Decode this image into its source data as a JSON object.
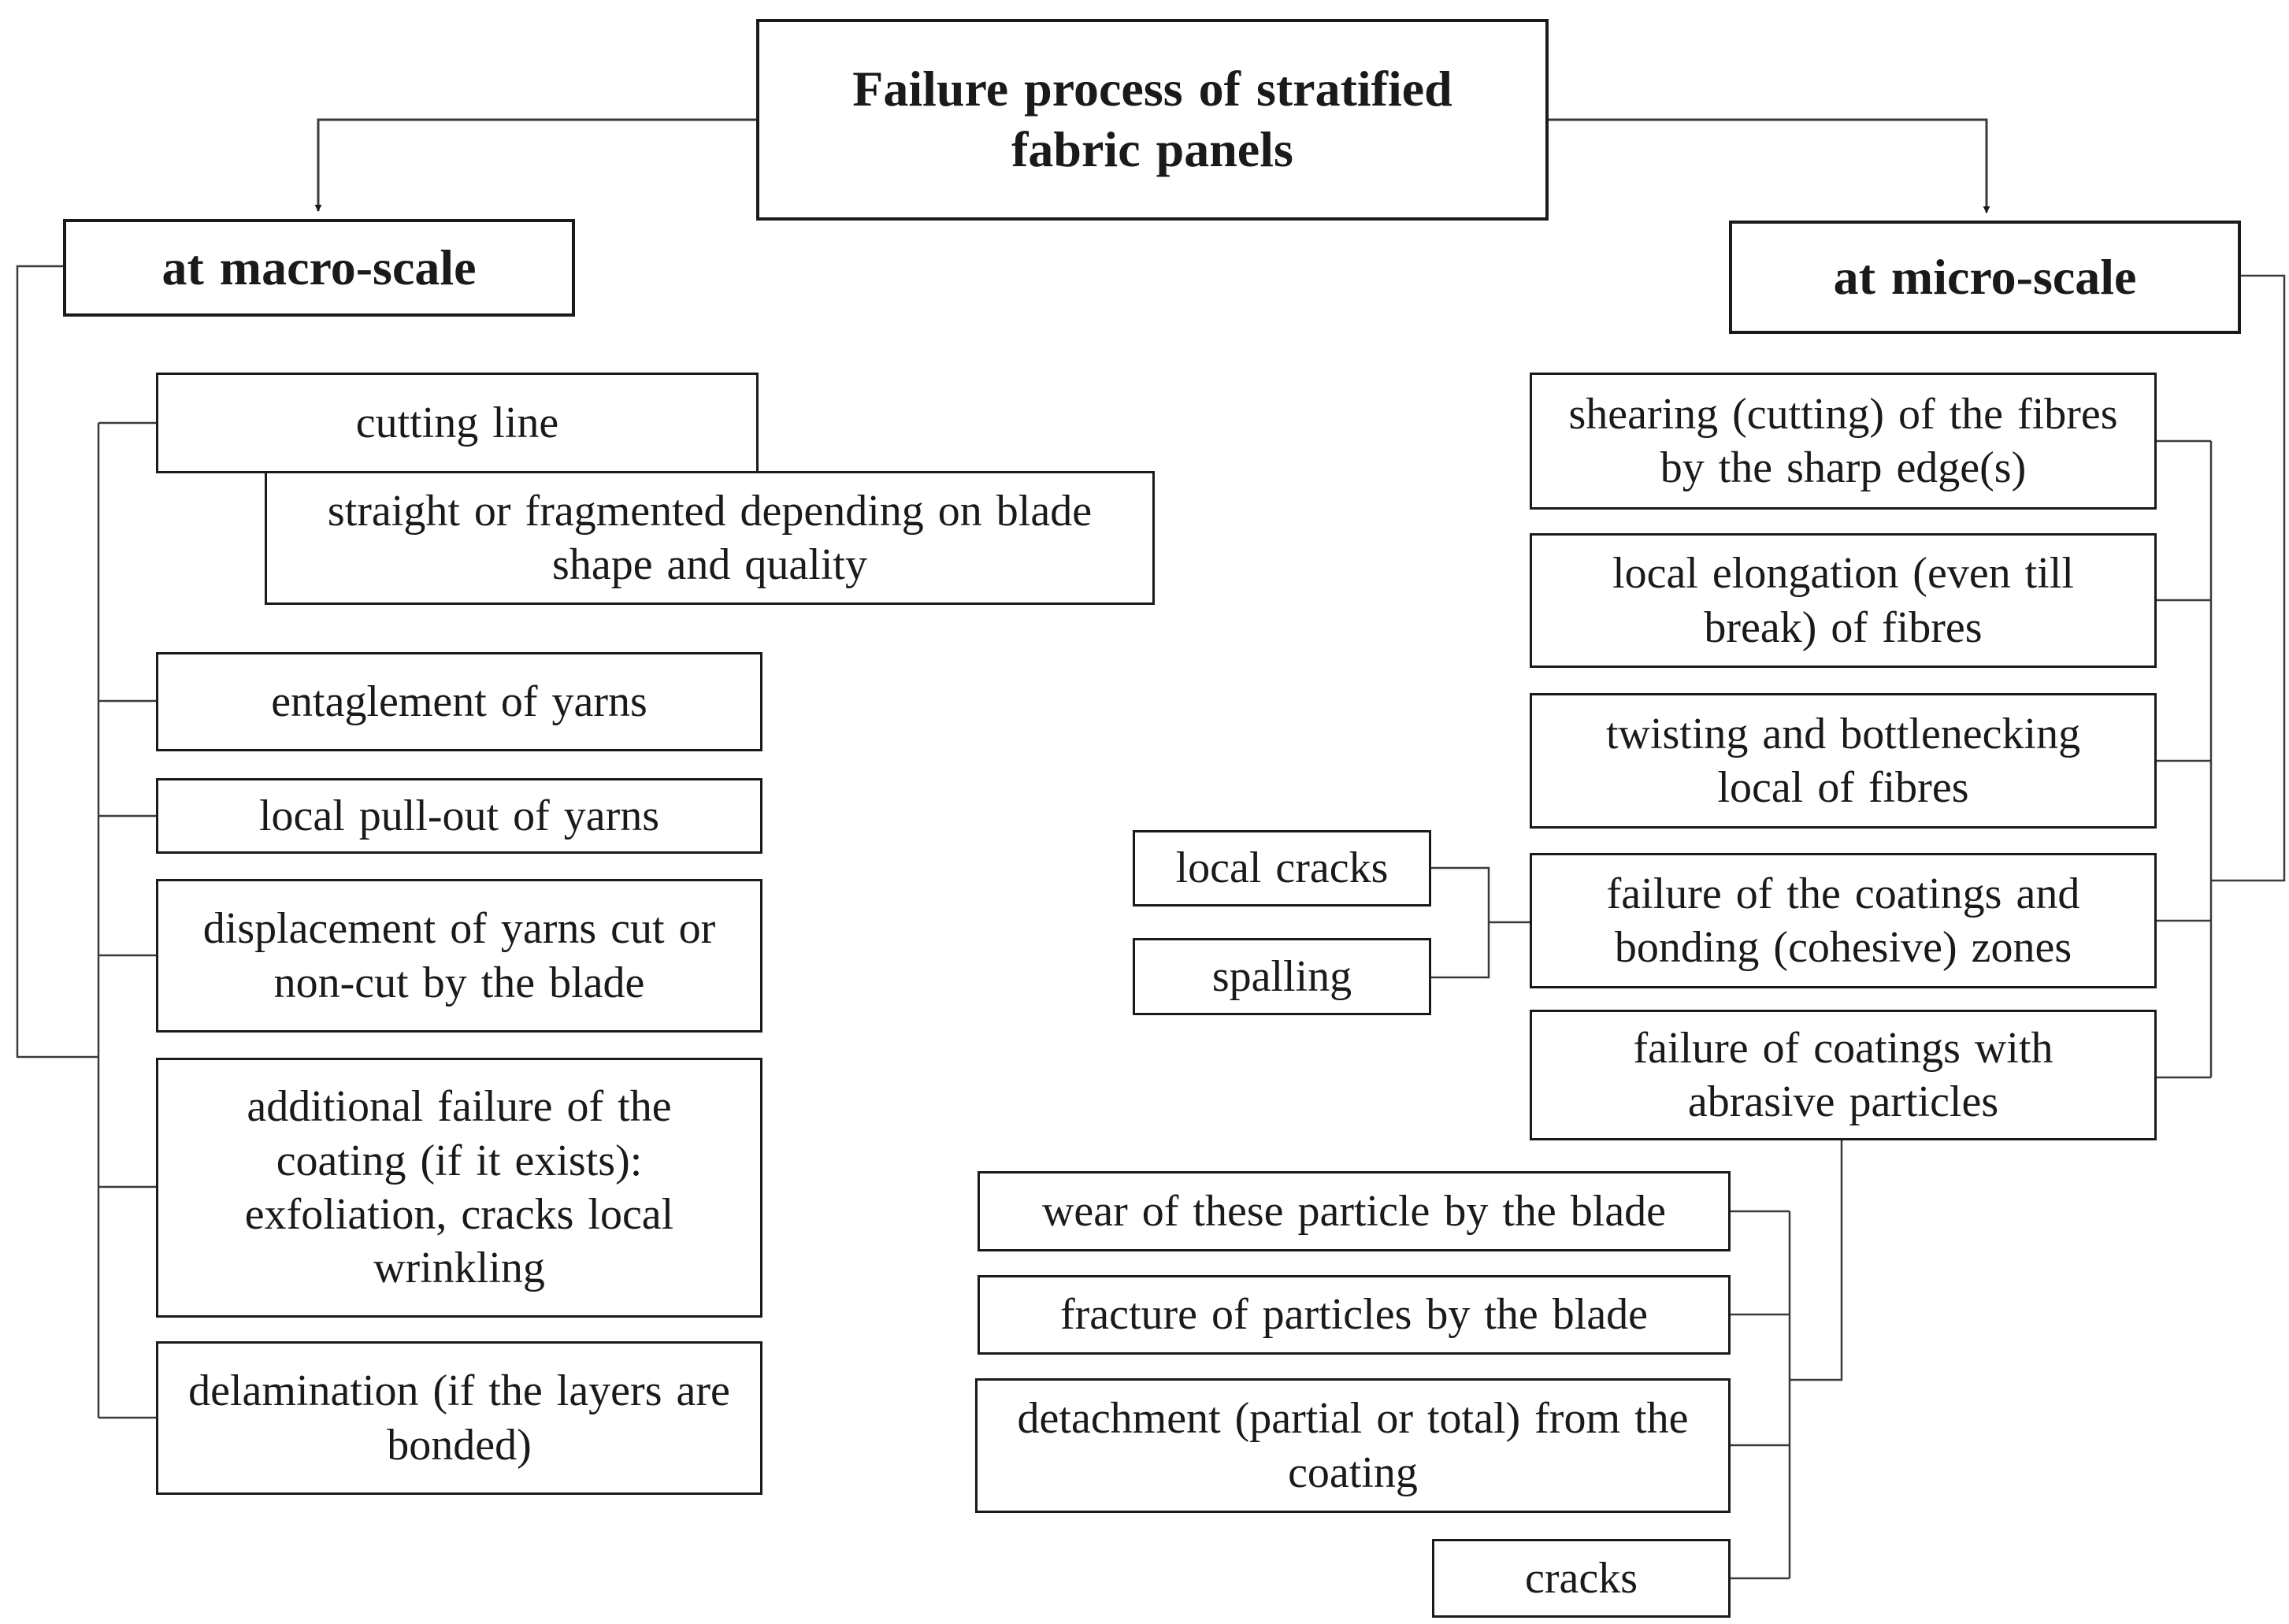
{
  "title": "Failure process of stratified fabric panels",
  "macro": {
    "label": "at macro-scale",
    "cutting_line": "cutting line",
    "cutting_line_detail": "straight or fragmented depending on blade shape and quality",
    "items": [
      "entaglement of yarns",
      "local pull-out of yarns",
      "displacement of yarns cut or non-cut by the blade",
      "additional failure of the coating (if it exists): exfoliation, cracks local wrinkling",
      "delamination (if the layers are bonded)"
    ]
  },
  "micro": {
    "label": "at micro-scale",
    "items": [
      "shearing (cutting) of the fibres by the sharp edge(s)",
      "local elongation (even till break) of fibres",
      "twisting and bottlenecking local of fibres",
      "failure of the coatings and bonding (cohesive) zones",
      "failure of coatings with abrasive particles"
    ],
    "coating_failure_modes": [
      "local cracks",
      "spalling"
    ],
    "particle_failure_modes": [
      "wear of these particle by the blade",
      "fracture of particles by the blade",
      "detachment (partial or total) from the coating",
      "cracks"
    ]
  }
}
